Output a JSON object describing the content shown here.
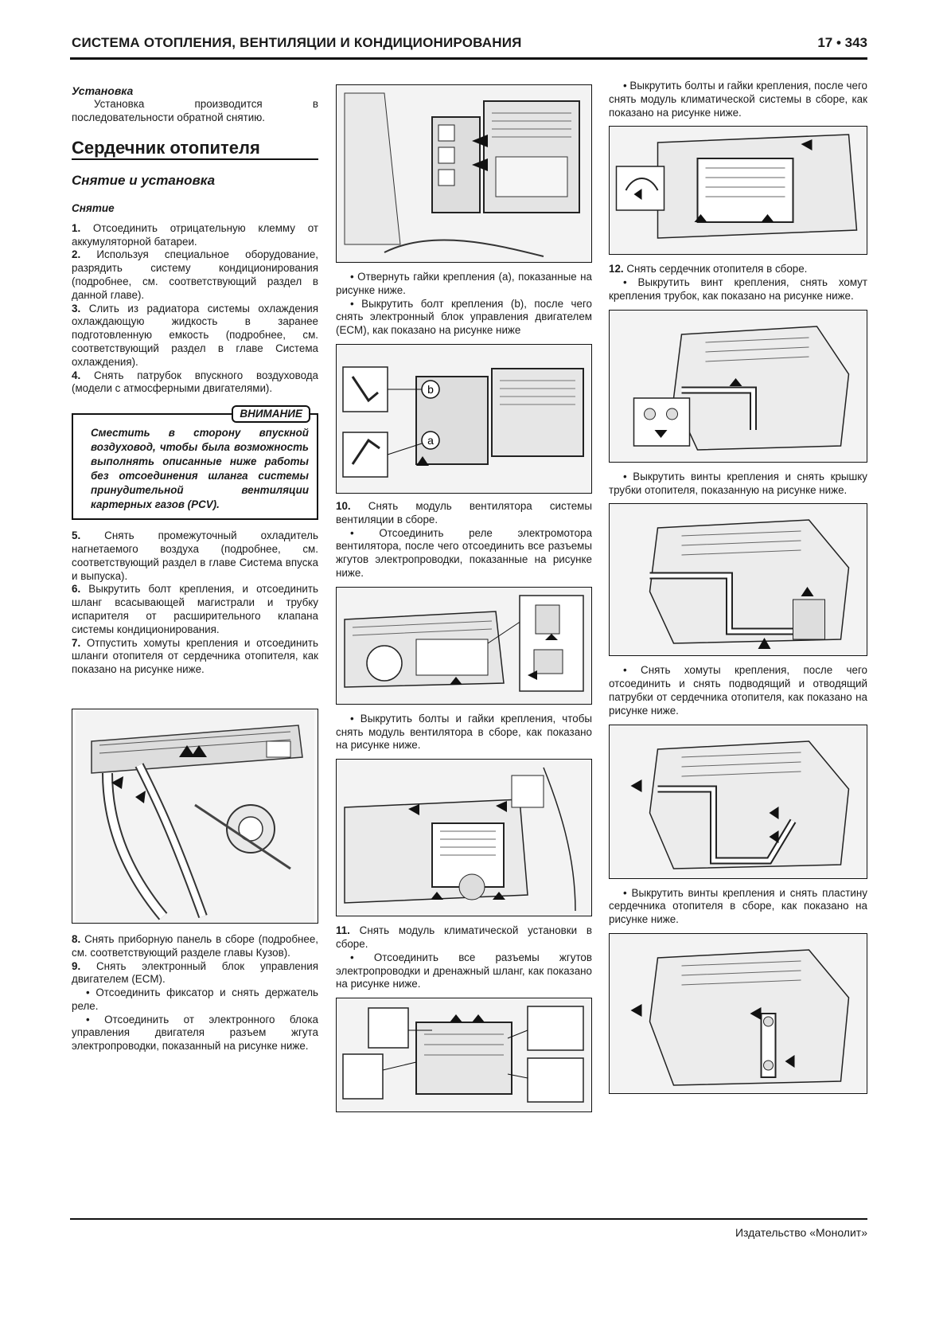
{
  "header": {
    "title": "СИСТЕМА ОТОПЛЕНИЯ, ВЕНТИЛЯЦИИ И КОНДИЦИОНИРОВАНИЯ",
    "page_number": "17 • 343"
  },
  "footer": {
    "publisher": "Издательство «Монолит»"
  },
  "col1": {
    "install_heading": "Установка",
    "install_text": "Установка производится в последовательности обратной снятию.",
    "section_title": "Сердечник отопителя",
    "subsection_title": "Снятие и установка",
    "removal_heading": "Снятие",
    "steps_a": [
      {
        "num": "1.",
        "text": "Отсоединить отрицательную клемму от аккумуляторной батареи."
      },
      {
        "num": "2.",
        "text": "Используя специальное оборудование, разрядить систему кондиционирования (подробнее, см. соответствующий раздел в данной главе)."
      },
      {
        "num": "3.",
        "text": "Слить из радиатора системы охлаждения охлаждающую жидкость в заранее подготовленную емкость (подробнее, см. соответствующий раздел в главе Система охлаждения)."
      },
      {
        "num": "4.",
        "text": "Снять патрубок впускного воздуховода (модели с атмосферными двигателями)."
      }
    ],
    "warning_label": "ВНИМАНИЕ",
    "warning_text": "Сместить в сторону впускной воздуховод, чтобы была возможность выполнять описанные ниже работы без отсоединения шланга системы принудительной вентиляции картерных газов (PCV).",
    "steps_b": [
      {
        "num": "5.",
        "text": "Снять промежуточный охладитель нагнетаемого воздуха (подробнее, см. соответствующий раздел в главе Система впуска и выпуска)."
      },
      {
        "num": "6.",
        "text": "Выкрутить болт крепления, и отсоединить шланг всасывающей магистрали и трубку испарителя от расширительного клапана системы кондиционирования."
      },
      {
        "num": "7.",
        "text": "Отпустить хомуты крепления и отсоединить шланги отопителя от сердечника отопителя, как показано на рисунке ниже."
      }
    ],
    "steps_c": [
      {
        "num": "8.",
        "text": "Снять приборную панель в сборе (подробнее, см. соответствующий разделе главы Кузов)."
      },
      {
        "num": "9.",
        "text": "Снять электронный блок управления двигателем (ECM)."
      }
    ],
    "bullets_c": [
      "• Отсоединить фиксатор и снять держатель реле.",
      "• Отсоединить от электронного блока управления двигателя разъем жгута электропроводки, показанный на рисунке ниже."
    ]
  },
  "col2": {
    "fig_a_text": [
      "• Отвернуть гайки крепления (a), показанные на рисунке ниже.",
      "• Выкрутить болт крепления (b), после чего снять электронный блок управления двигателем (ECM), как показано на рисунке ниже"
    ],
    "fig_b_labels": [
      "b",
      "a"
    ],
    "step10": {
      "num": "10.",
      "text": "Снять модуль вентилятора системы вентиляции в сборе."
    },
    "step10_bullet": "• Отсоединить реле электромотора вентилятора, после чего отсоединить все разъемы жгутов электропроводки, показанные на рисунке ниже.",
    "fig_c_bullet": "• Выкрутить болты и гайки крепления, чтобы снять модуль вентилятора в сборе, как показано на рисунке ниже.",
    "step11": {
      "num": "11.",
      "text": "Снять модуль климатической установки в сборе."
    },
    "step11_bullet": "• Отсоединить все разъемы жгутов электропроводки и дренажный шланг, как показано на рисунке ниже."
  },
  "col3": {
    "top_bullet": "• Выкрутить болты и гайки крепления, после чего снять модуль климатической системы в сборе, как показано на рисунке ниже.",
    "step12": {
      "num": "12.",
      "text": "Снять сердечник отопителя в сборе."
    },
    "step12_bullet": "• Выкрутить винт крепления, снять хомут крепления трубок, как показано на рисунке ниже.",
    "bullet_2": "• Выкрутить винты крепления и снять крышку трубки отопителя, показанную на рисунке ниже.",
    "bullet_3": "• Снять хомуты крепления, после чего отсоединить и снять подводящий и отводящий патрубки от сердечника отопителя, как показано на рисунке ниже.",
    "bullet_4": "• Выкрутить винты крепления и снять пластину сердечника отопителя в сборе, как показано на рисунке ниже."
  },
  "figures": [
    {
      "name": "ecm-relay-holder-figure",
      "icon": "engine-bay-illustration"
    },
    {
      "name": "ecm-nuts-bolt-figure",
      "icon": "ecm-illustration"
    },
    {
      "name": "blower-connectors-figure",
      "icon": "dashboard-illustration"
    },
    {
      "name": "blower-module-bolts-figure",
      "icon": "blower-illustration"
    },
    {
      "name": "hvac-connectors-figure",
      "icon": "wiring-illustration"
    },
    {
      "name": "hvac-module-bolts-figure",
      "icon": "hvac-illustration"
    },
    {
      "name": "pipe-clamp-figure",
      "icon": "heater-core-illustration"
    },
    {
      "name": "pipe-cover-figure",
      "icon": "heater-core-illustration"
    },
    {
      "name": "heater-pipes-figure",
      "icon": "heater-core-illustration"
    },
    {
      "name": "heater-core-plate-figure",
      "icon": "heater-core-illustration"
    },
    {
      "name": "heater-hoses-figure",
      "icon": "engine-bay-illustration"
    }
  ]
}
